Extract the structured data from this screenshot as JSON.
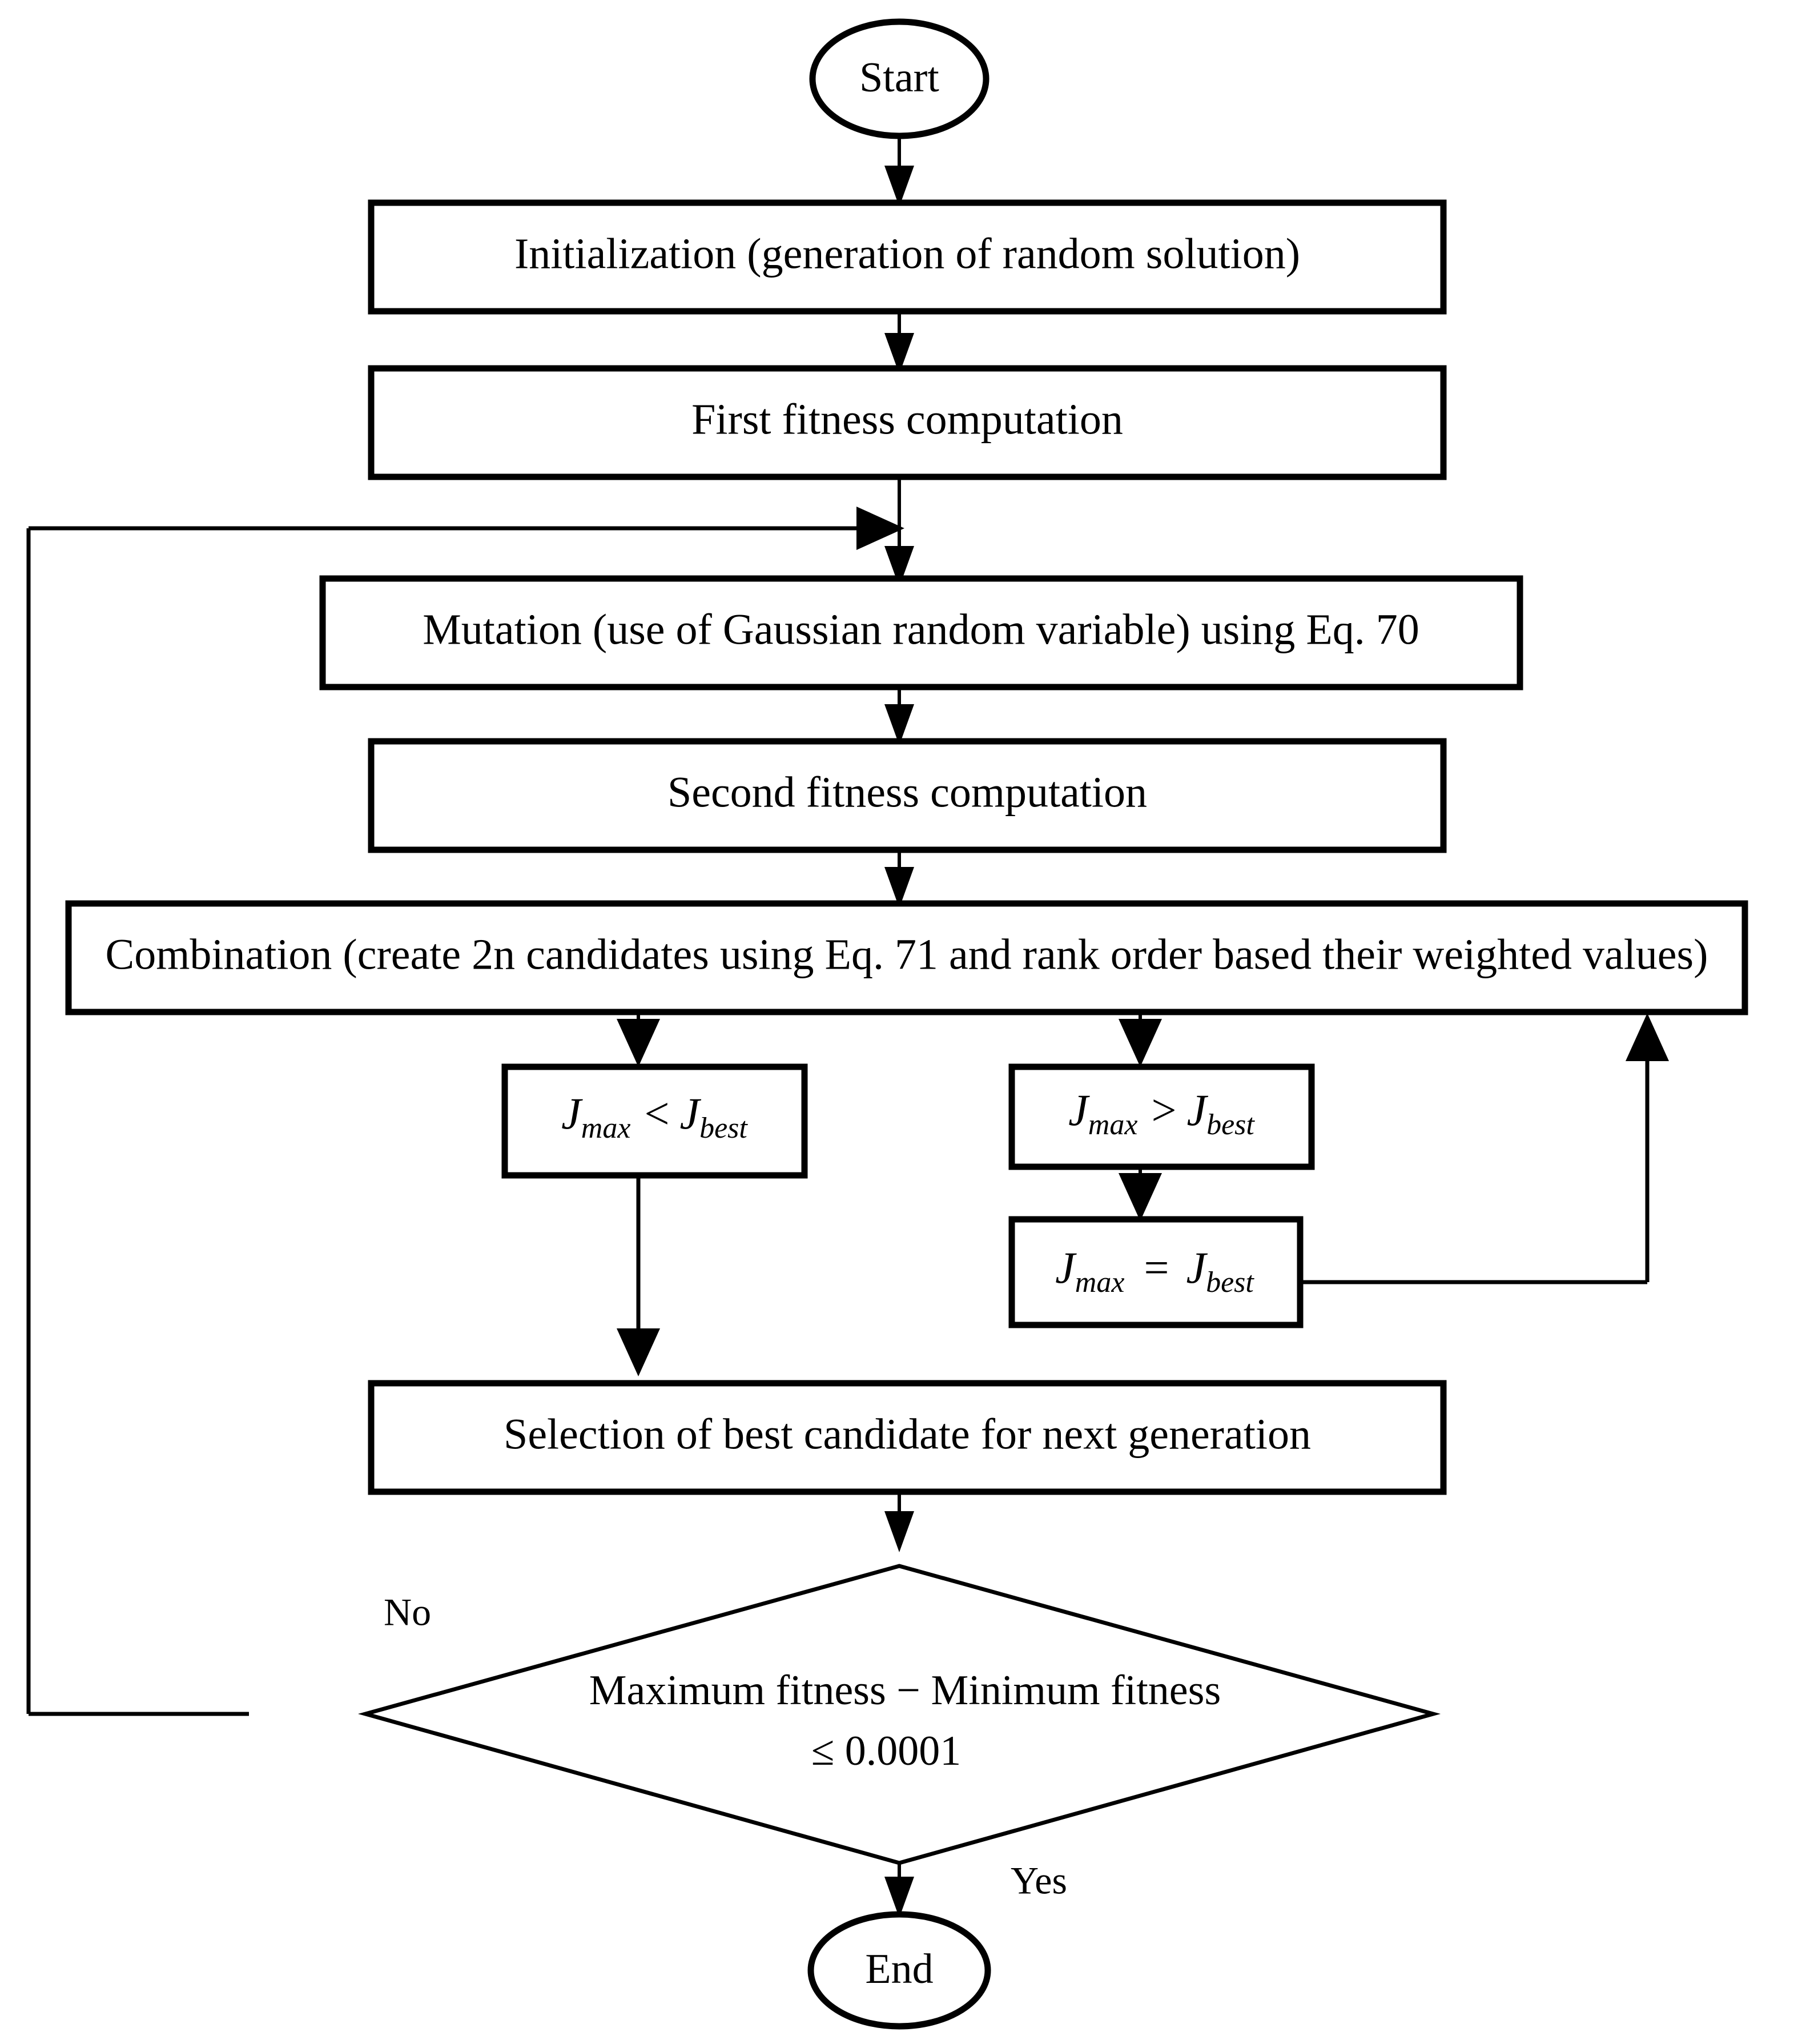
{
  "diagram": {
    "title": "Evolutionary algorithm optimization flowchart",
    "colors": {
      "stroke": "#000000",
      "fill": "#ffffff",
      "background": "#ffffff"
    },
    "nodes": {
      "start": {
        "label": "Start",
        "shape": "terminator"
      },
      "initialization": {
        "label": "Initialization (generation of random solution)",
        "shape": "process"
      },
      "first_fitness": {
        "label": "First fitness computation",
        "shape": "process"
      },
      "mutation": {
        "label": "Mutation (use of Gaussian random variable) using Eq. 70",
        "shape": "process"
      },
      "second_fitness": {
        "label": "Second fitness computation",
        "shape": "process"
      },
      "combination": {
        "label": "Combination (create 2n candidates using Eq. 71 and rank order based their weighted values)",
        "shape": "process"
      },
      "jmax_lt_jbest": {
        "shape": "process",
        "var_left": "J",
        "sub_left": "max",
        "operator": "<",
        "var_right": "J",
        "sub_right": "best",
        "label": "J max < J best"
      },
      "jmax_gt_jbest": {
        "shape": "process",
        "var_left": "J",
        "sub_left": "max",
        "operator": ">",
        "var_right": "J",
        "sub_right": "best",
        "label": "J max > J best"
      },
      "jmax_assign_jbest": {
        "shape": "process",
        "var_left": "J",
        "sub_left": "max",
        "operator": "=",
        "var_right": "J",
        "sub_right": "best",
        "label": "J max = J best"
      },
      "selection": {
        "label": "Selection of best candidate for next generation",
        "shape": "process"
      },
      "decision": {
        "shape": "decision",
        "line1": "Maximum fitness − Minimum fitness",
        "line2": "≤  0.0001",
        "label": "Maximum fitness − Minimum fitness ≤ 0.0001"
      },
      "end": {
        "label": "End",
        "shape": "terminator"
      }
    },
    "edge_labels": {
      "no": "No",
      "yes": "Yes"
    }
  }
}
